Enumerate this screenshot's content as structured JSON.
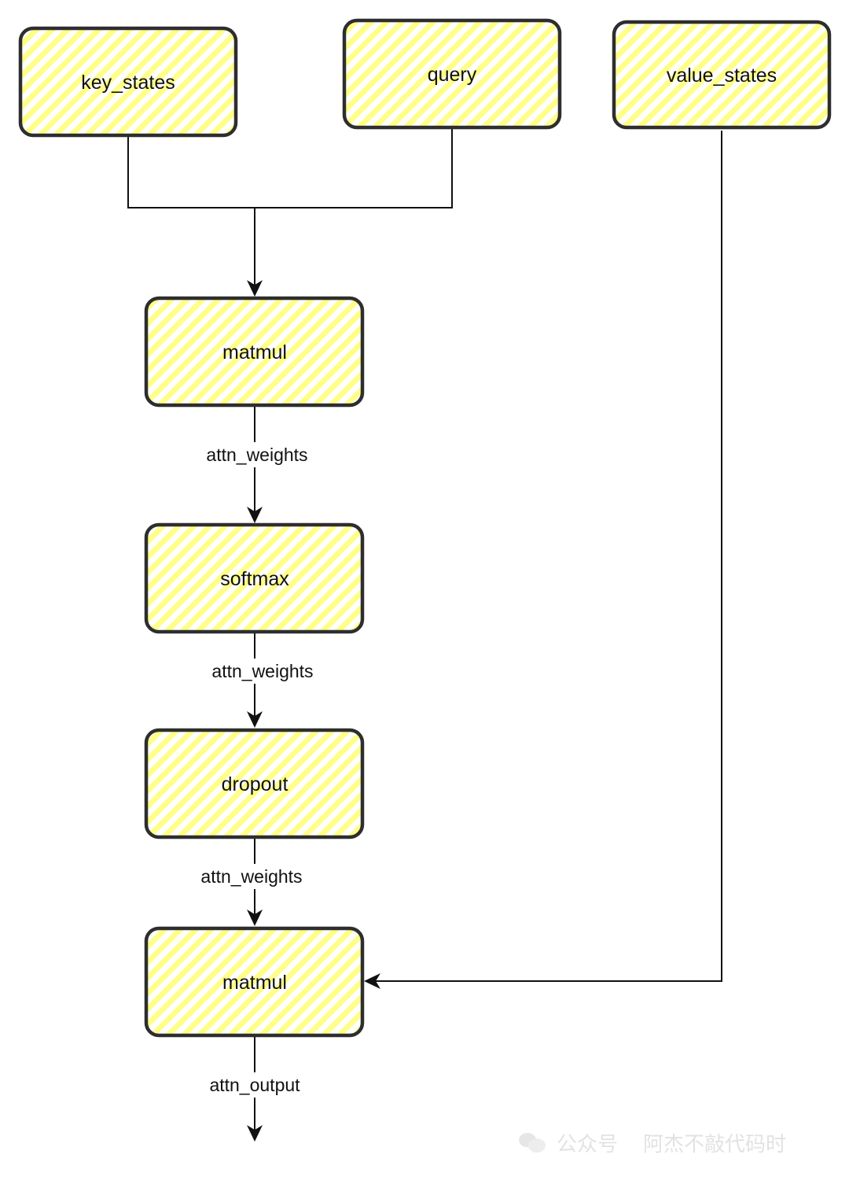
{
  "colors": {
    "node_fill": "#ffff88",
    "node_stroke": "#2e2e2e",
    "edge": "#111111",
    "background": "#ffffff"
  },
  "nodes": {
    "key_states": "key_states",
    "query": "query",
    "value_states": "value_states",
    "matmul_1": "matmul",
    "softmax": "softmax",
    "dropout": "dropout",
    "matmul_2": "matmul"
  },
  "edge_labels": {
    "matmul_to_softmax": "attn_weights",
    "softmax_to_dropout": "attn_weights",
    "dropout_to_matmul": "attn_weights",
    "matmul_output": "attn_output"
  },
  "watermark": {
    "account_label": "公众号",
    "name": "阿杰不敲代码时",
    "logo_icon": "wechat-icon"
  }
}
